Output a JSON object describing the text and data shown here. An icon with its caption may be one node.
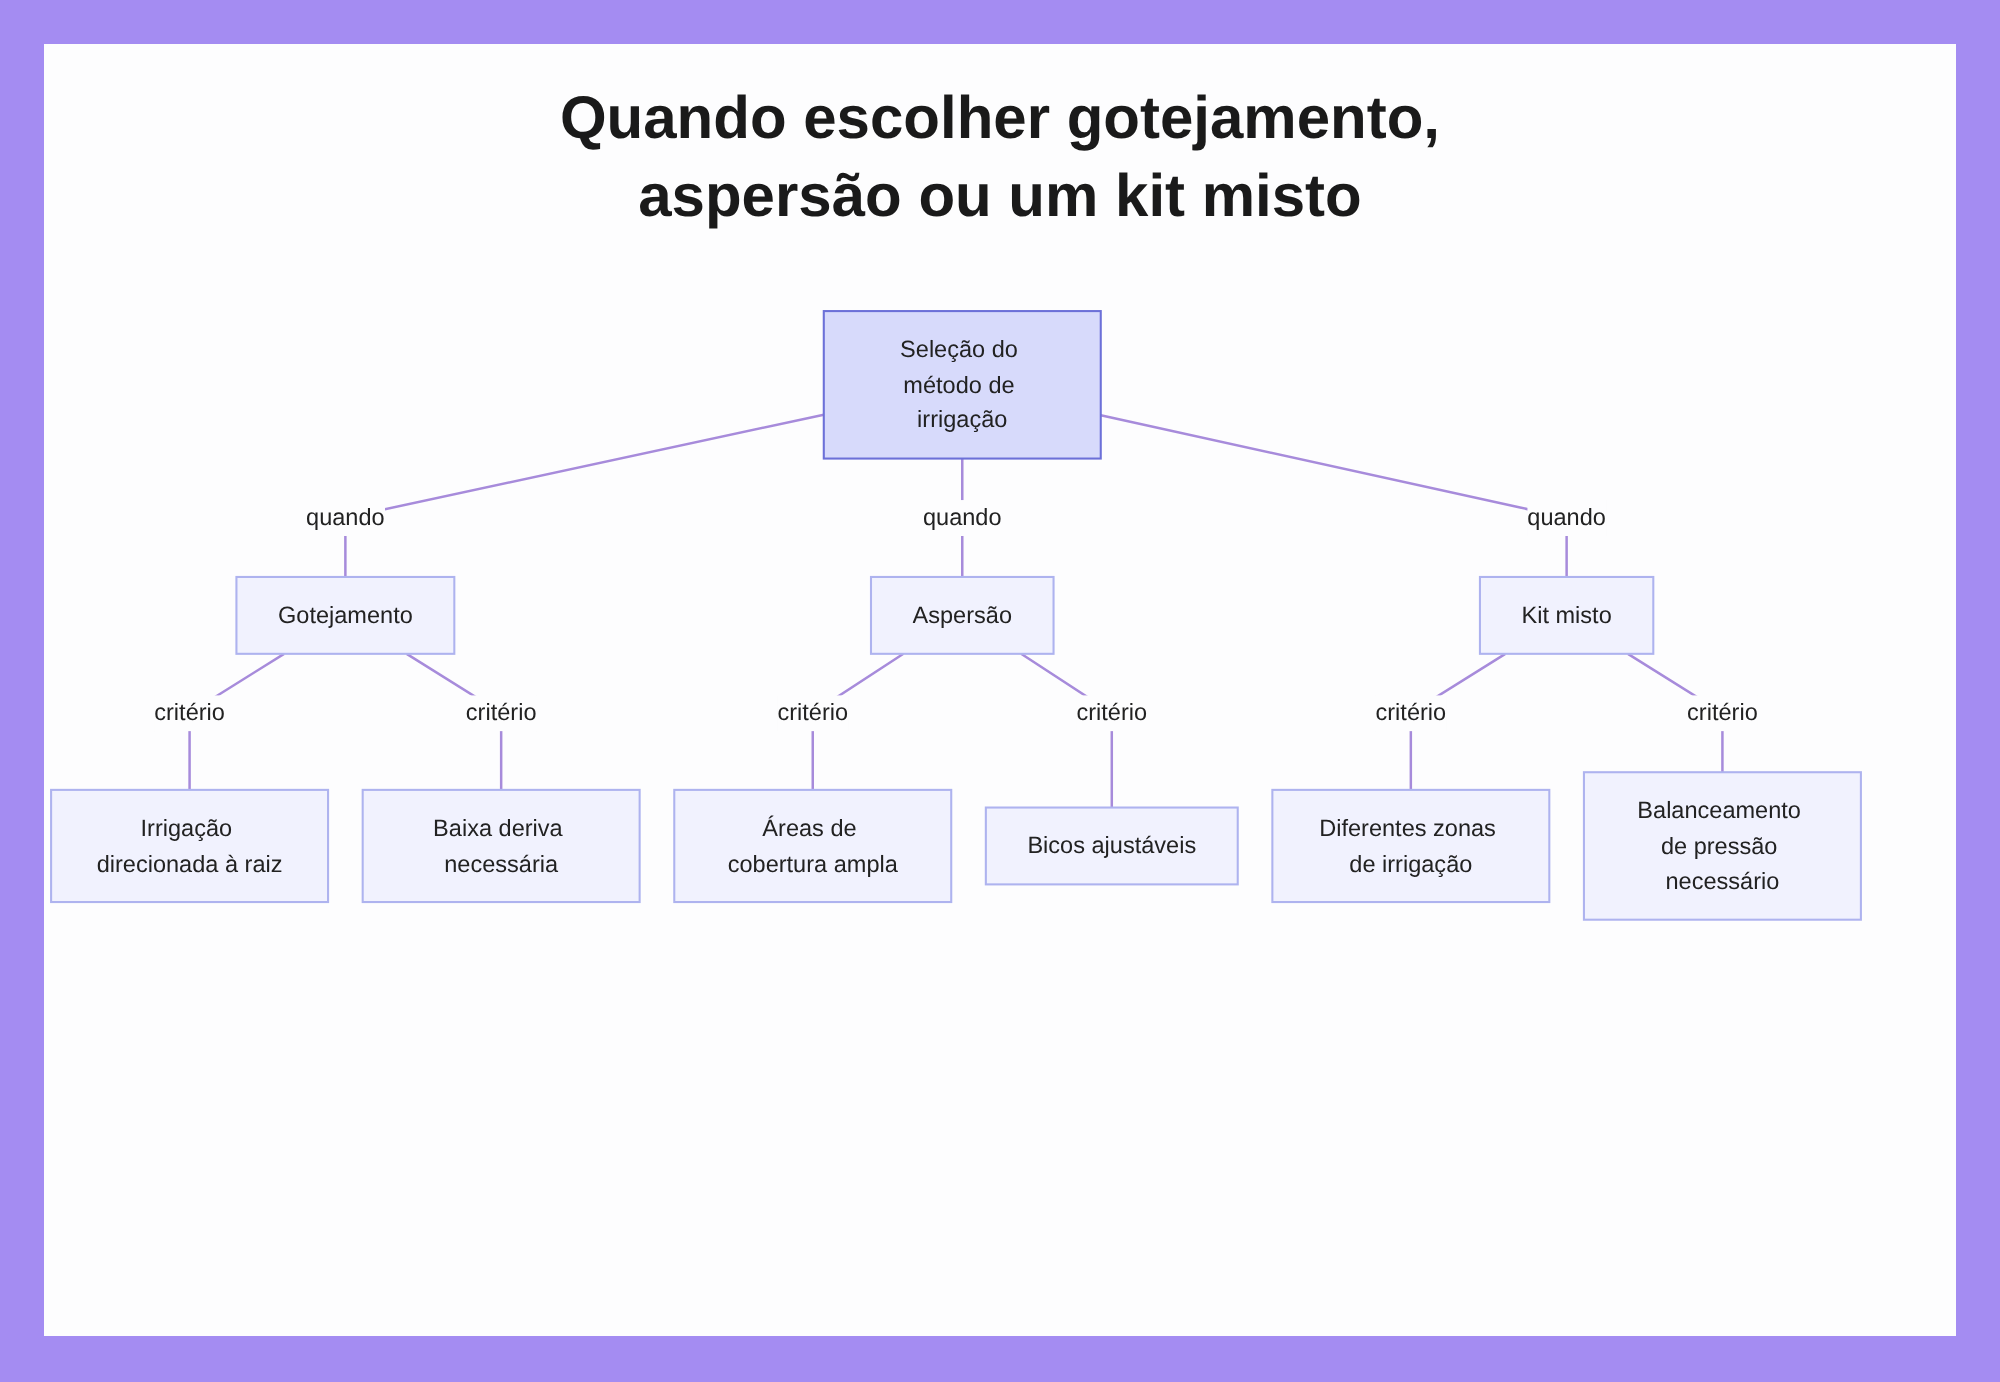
{
  "diagram": {
    "title": "Quando escolher gotejamento, aspersão ou um kit misto",
    "nodes": [
      {
        "text": [
          "Seleção do método de irrigação"
        ]
      },
      {
        "text": [
          "Gotejamento"
        ]
      },
      {
        "text": [
          "Aspersão"
        ]
      },
      {
        "text": [
          "Kit misto"
        ]
      },
      {
        "text": [
          "Irrigação direcionada à raiz"
        ]
      },
      {
        "text": [
          "Baixa deriva necessária"
        ]
      },
      {
        "text": [
          "Áreas de cobertura ampla"
        ]
      },
      {
        "text": [
          "Bicos ajustáveis"
        ]
      },
      {
        "text": [
          "Diferentes zonas de irrigação"
        ]
      },
      {
        "text": [
          "Balanceamento de pressão necessário"
        ]
      }
    ],
    "edges": [
      {
        "from": 0,
        "to": 1,
        "arrow": "none",
        "label": "quando"
      },
      {
        "from": 0,
        "to": 2,
        "arrow": "none",
        "label": "quando"
      },
      {
        "from": 0,
        "to": 3,
        "arrow": "none",
        "label": "quando"
      },
      {
        "from": 1,
        "to": 4,
        "arrow": "none",
        "label": "critério"
      },
      {
        "from": 1,
        "to": 5,
        "arrow": "none",
        "label": "critério"
      },
      {
        "from": 2,
        "to": 6,
        "arrow": "none",
        "label": "critério"
      },
      {
        "from": 2,
        "to": 7,
        "arrow": "none",
        "label": "critério"
      },
      {
        "from": 3,
        "to": 8,
        "arrow": "none",
        "label": "critério"
      },
      {
        "from": 3,
        "to": 9,
        "arrow": "none",
        "label": "critério"
      }
    ]
  }
}
